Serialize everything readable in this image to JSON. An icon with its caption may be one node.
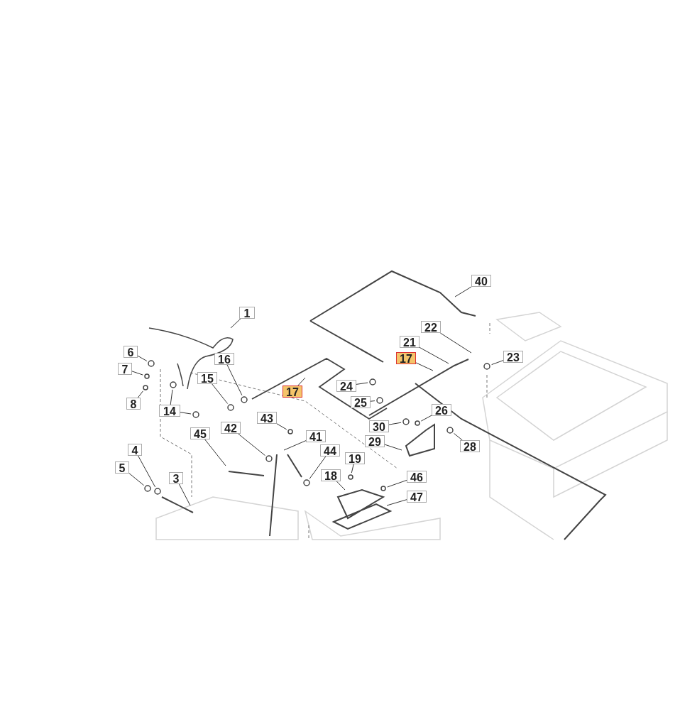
{
  "diagram": {
    "nodes": [
      {
        "text": [
          "1"
        ]
      },
      {
        "text": [
          "6"
        ]
      },
      {
        "text": [
          "7"
        ]
      },
      {
        "text": [
          "8"
        ]
      },
      {
        "text": [
          "16"
        ]
      },
      {
        "text": [
          "15"
        ]
      },
      {
        "text": [
          "14"
        ]
      },
      {
        "text": [
          "17"
        ]
      },
      {
        "text": [
          "40"
        ]
      },
      {
        "text": [
          "22"
        ]
      },
      {
        "text": [
          "21"
        ]
      },
      {
        "text": [
          "17"
        ]
      },
      {
        "text": [
          "23"
        ]
      },
      {
        "text": [
          "24"
        ]
      },
      {
        "text": [
          "25"
        ]
      },
      {
        "text": [
          "26"
        ]
      },
      {
        "text": [
          "30"
        ]
      },
      {
        "text": [
          "29"
        ]
      },
      {
        "text": [
          "28"
        ]
      },
      {
        "text": [
          "43"
        ]
      },
      {
        "text": [
          "42"
        ]
      },
      {
        "text": [
          "45"
        ]
      },
      {
        "text": [
          "41"
        ]
      },
      {
        "text": [
          "44"
        ]
      },
      {
        "text": [
          "19"
        ]
      },
      {
        "text": [
          "18"
        ]
      },
      {
        "text": [
          "46"
        ]
      },
      {
        "text": [
          "47"
        ]
      },
      {
        "text": [
          "4"
        ]
      },
      {
        "text": [
          "5"
        ]
      },
      {
        "text": [
          "3"
        ]
      }
    ],
    "edges": [
      {
        "from": 0,
        "to": null,
        "arrow": "none"
      },
      {
        "from": 1,
        "to": null,
        "arrow": "none"
      },
      {
        "from": 2,
        "to": null,
        "arrow": "none"
      },
      {
        "from": 3,
        "to": null,
        "arrow": "none"
      },
      {
        "from": 4,
        "to": null,
        "arrow": "none"
      },
      {
        "from": 5,
        "to": null,
        "arrow": "none"
      },
      {
        "from": 6,
        "to": null,
        "arrow": "none"
      },
      {
        "from": 6,
        "to": null,
        "arrow": "none"
      },
      {
        "from": 7,
        "to": null,
        "arrow": "none"
      },
      {
        "from": 8,
        "to": null,
        "arrow": "none"
      },
      {
        "from": 9,
        "to": null,
        "arrow": "none"
      },
      {
        "from": 10,
        "to": null,
        "arrow": "none"
      },
      {
        "from": 11,
        "to": null,
        "arrow": "none"
      },
      {
        "from": 12,
        "to": null,
        "arrow": "none"
      },
      {
        "from": 13,
        "to": null,
        "arrow": "none"
      },
      {
        "from": 14,
        "to": null,
        "arrow": "none"
      },
      {
        "from": 15,
        "to": null,
        "arrow": "none"
      },
      {
        "from": 16,
        "to": null,
        "arrow": "none"
      },
      {
        "from": 17,
        "to": null,
        "arrow": "none"
      },
      {
        "from": 18,
        "to": null,
        "arrow": "none"
      },
      {
        "from": 19,
        "to": null,
        "arrow": "none"
      },
      {
        "from": 20,
        "to": null,
        "arrow": "none"
      },
      {
        "from": 21,
        "to": null,
        "arrow": "none"
      },
      {
        "from": 22,
        "to": null,
        "arrow": "none"
      },
      {
        "from": 23,
        "to": null,
        "arrow": "none"
      },
      {
        "from": 24,
        "to": null,
        "arrow": "none"
      },
      {
        "from": 25,
        "to": null,
        "arrow": "none"
      },
      {
        "from": 26,
        "to": null,
        "arrow": "none"
      },
      {
        "from": 27,
        "to": null,
        "arrow": "none"
      },
      {
        "from": 28,
        "to": null,
        "arrow": "none"
      },
      {
        "from": 29,
        "to": null,
        "arrow": "none"
      },
      {
        "from": 30,
        "to": null,
        "arrow": "none"
      }
    ]
  }
}
